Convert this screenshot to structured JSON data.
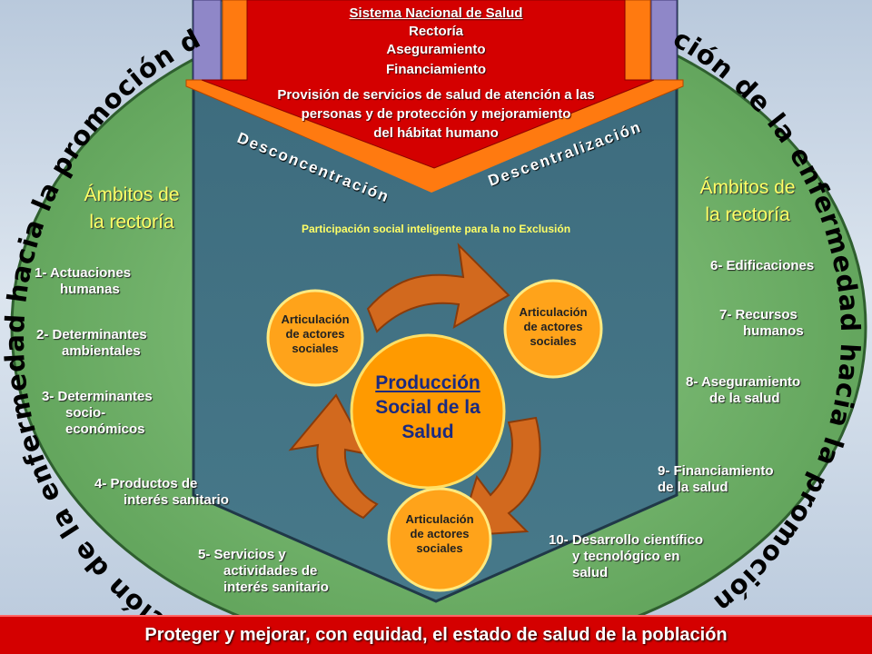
{
  "colors": {
    "circle": "#73b66b",
    "pentagon": "#3f6e7f",
    "red": "#d40000",
    "orange": "#ff7a10",
    "node": "#ffa31a",
    "arrow": "#d2691e"
  },
  "top": {
    "title": "Sistema Nacional de Salud",
    "items": [
      "Rectoría",
      "Aseguramiento",
      "Financiamiento"
    ],
    "provision": [
      "Provisión de servicios de salud de atención a las",
      "personas y de protección y mejoramiento",
      "del hábitat humano"
    ],
    "left_band": "Desconcentración",
    "right_band": "Descentralización",
    "participation": "Participación social inteligente para la no Exclusión"
  },
  "arcs": {
    "left": "De la atención de la enfermedad hacia la promoción de la salud",
    "right": "De la atención de la enfermedad hacia la promoción de la salud"
  },
  "ambitos": {
    "left": [
      "Ámbitos de",
      "la rectoría"
    ],
    "right": [
      "Ámbitos de",
      "la rectoría"
    ]
  },
  "left_items": [
    [
      "1-  Actuaciones",
      "      humanas"
    ],
    [
      "2-  Determinantes",
      "      ambientales"
    ],
    [
      "3-  Determinantes",
      "      socio-",
      "      económicos"
    ],
    [
      "4- Productos de",
      "      interés sanitario"
    ],
    [
      "5- Servicios y",
      "      actividades de",
      "      interés sanitario"
    ]
  ],
  "right_items": [
    [
      "6- Edificaciones"
    ],
    [
      "7- Recursos",
      "      humanos"
    ],
    [
      "8- Aseguramiento",
      "      de la salud"
    ],
    [
      "9- Financiamiento",
      "de la salud"
    ],
    [
      "10- Desarrollo científico",
      "      y tecnológico en",
      "      salud"
    ]
  ],
  "center": [
    "Producción",
    "Social de la",
    "Salud"
  ],
  "nodes": [
    [
      "Articulación",
      "de actores",
      "sociales"
    ],
    [
      "Articulación",
      "de actores",
      "sociales"
    ],
    [
      "Articulación",
      "de actores",
      "sociales"
    ]
  ],
  "bottom": "Proteger y mejorar, con equidad, el estado de salud de la población"
}
